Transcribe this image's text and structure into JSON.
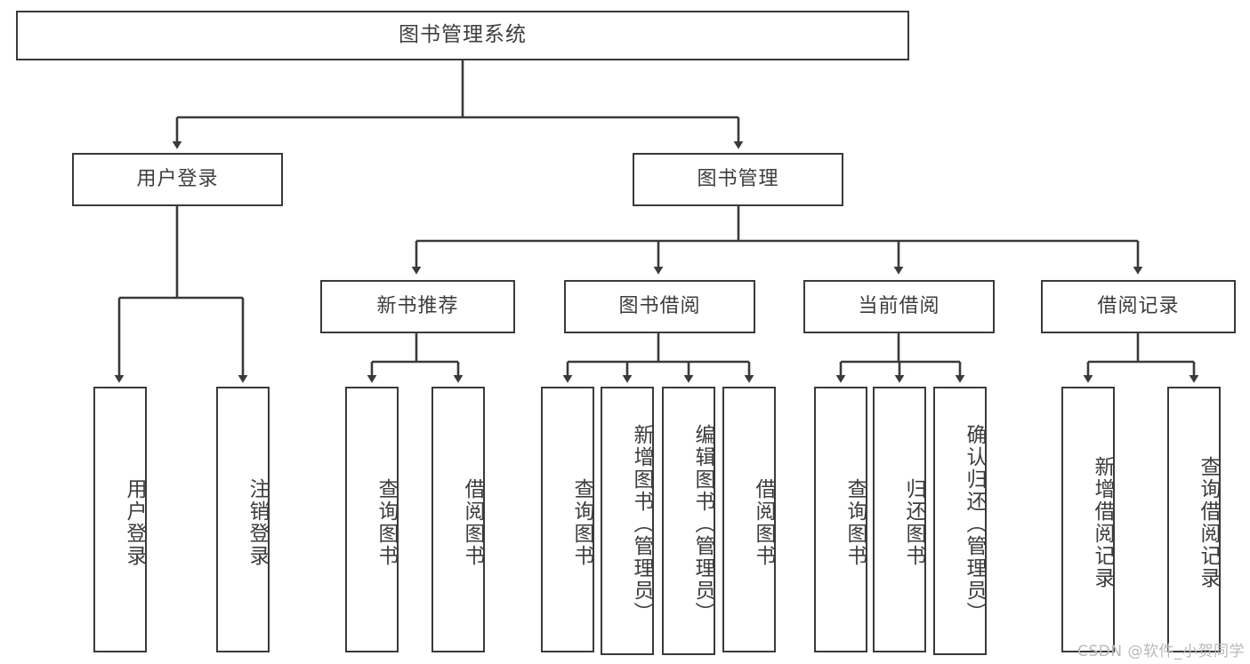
{
  "diagram": {
    "title": "图书管理系统",
    "type": "tree",
    "watermark": "CSDN @软件_小贺同学",
    "colors": {
      "box_border": "#3a3a3a",
      "box_fill": "#ffffff",
      "connector": "#3a3a3a",
      "text": "#3d3d3d",
      "watermark": "#b9b9b9"
    },
    "root": {
      "label": "图书管理系统"
    },
    "level1": [
      {
        "id": "user-login",
        "label": "用户登录"
      },
      {
        "id": "book-manage",
        "label": "图书管理"
      }
    ],
    "level2": [
      {
        "id": "new-book-rec",
        "label": "新书推荐",
        "parent": "book-manage"
      },
      {
        "id": "book-borrow",
        "label": "图书借阅",
        "parent": "book-manage"
      },
      {
        "id": "current-borrow",
        "label": "当前借阅",
        "parent": "book-manage"
      },
      {
        "id": "borrow-record",
        "label": "借阅记录",
        "parent": "book-manage"
      }
    ],
    "leaves": [
      {
        "id": "leaf-user-login",
        "label": "用户登录",
        "parent": "user-login"
      },
      {
        "id": "leaf-user-logout",
        "label": "注销登录",
        "parent": "user-login"
      },
      {
        "id": "leaf-query-book-1",
        "label": "查询图书",
        "parent": "new-book-rec"
      },
      {
        "id": "leaf-borrow-book-1",
        "label": "借阅图书",
        "parent": "new-book-rec"
      },
      {
        "id": "leaf-query-book-2",
        "label": "查询图书",
        "parent": "book-borrow"
      },
      {
        "id": "leaf-add-book",
        "label": "新增图书（管理员）",
        "parent": "book-borrow"
      },
      {
        "id": "leaf-edit-book",
        "label": "编辑图书（管理员）",
        "parent": "book-borrow"
      },
      {
        "id": "leaf-borrow-book-2",
        "label": "借阅图书",
        "parent": "book-borrow"
      },
      {
        "id": "leaf-query-book-3",
        "label": "查询图书",
        "parent": "current-borrow"
      },
      {
        "id": "leaf-return-book",
        "label": "归还图书",
        "parent": "current-borrow"
      },
      {
        "id": "leaf-confirm-return",
        "label": "确认归还（管理员）",
        "parent": "current-borrow"
      },
      {
        "id": "leaf-add-record",
        "label": "新增借阅记录",
        "parent": "borrow-record"
      },
      {
        "id": "leaf-query-record",
        "label": "查询借阅记录",
        "parent": "borrow-record"
      }
    ]
  }
}
